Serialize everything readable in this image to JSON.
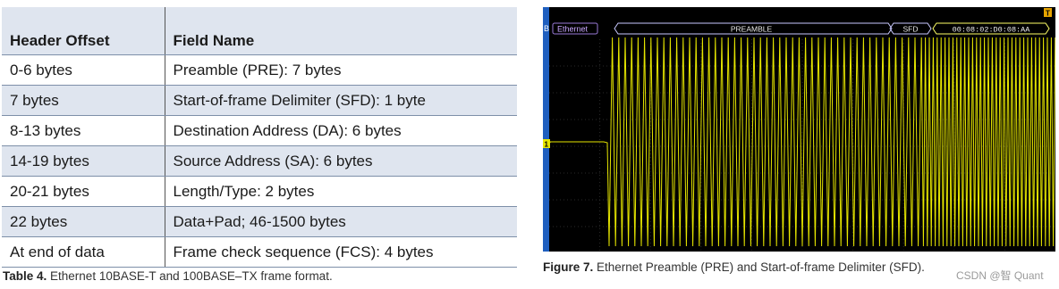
{
  "table": {
    "headers": [
      "Header Offset",
      "Field Name"
    ],
    "rows": [
      [
        "0-6 bytes",
        "Preamble (PRE): 7 bytes"
      ],
      [
        "7 bytes",
        "Start-of-frame Delimiter (SFD): 1 byte"
      ],
      [
        "8-13 bytes",
        "Destination Address (DA): 6 bytes"
      ],
      [
        "14-19 bytes",
        "Source Address (SA): 6 bytes"
      ],
      [
        "20-21 bytes",
        "Length/Type: 2 bytes"
      ],
      [
        "22 bytes",
        "Data+Pad; 46-1500 bytes"
      ],
      [
        "At end of data",
        "Frame check sequence (FCS): 4 bytes"
      ]
    ],
    "caption_label": "Table 4.",
    "caption_text": " Ethernet 10BASE-T and 100BASE–TX frame format."
  },
  "figure": {
    "caption_label": "Figure 7.",
    "caption_text": " Ethernet Preamble (PRE) and Start-of-frame Delimiter (SFD).",
    "watermark": "CSDN @智 Quant",
    "scope": {
      "bus_label": "Ethernet",
      "bus_marker": "B",
      "channel_marker": "1",
      "trigger_marker": "T",
      "fields": [
        "PREAMBLE",
        "SFD",
        "00:08:02:D0:08:AA"
      ],
      "colors": {
        "trace": "#e6e600",
        "bus_label": "#c9a6ff",
        "field_text": "#e8e8e8",
        "grid": "#2a2a2a",
        "left_bar": "#1f5fbf"
      }
    }
  }
}
